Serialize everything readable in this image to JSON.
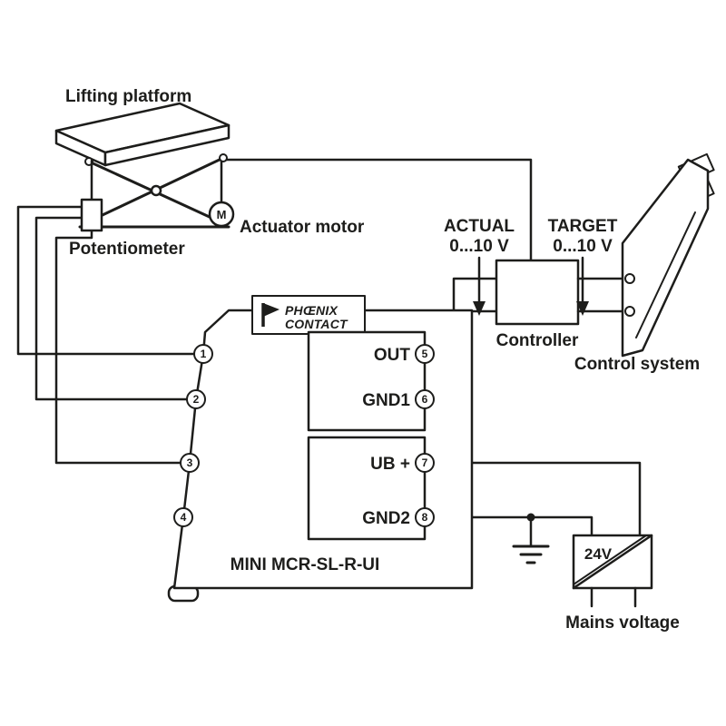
{
  "labels": {
    "lifting_platform": "Lifting platform",
    "potentiometer": "Potentiometer",
    "actuator_motor": "Actuator motor",
    "motor_letter": "M",
    "actual": {
      "line1": "ACTUAL",
      "line2": "0...10 V"
    },
    "target": {
      "line1": "TARGET",
      "line2": "0...10 V"
    },
    "controller": "Controller",
    "control_system": "Control system",
    "module_name": "MINI MCR-SL-R-UI",
    "psu_voltage": "24V",
    "mains_voltage": "Mains voltage"
  },
  "logo": {
    "line1": "PHŒNIX",
    "line2": "CONTACT",
    "mark_icon": "phoenix-p-pennant"
  },
  "terminals": {
    "inputs": [
      "1",
      "2",
      "3",
      "4"
    ],
    "outputs": [
      {
        "num": "5",
        "label": "OUT"
      },
      {
        "num": "6",
        "label": "GND1"
      },
      {
        "num": "7",
        "label": "UB +"
      },
      {
        "num": "8",
        "label": "GND2"
      }
    ]
  },
  "colors": {
    "line": "#1d1d1b",
    "background": "#ffffff"
  }
}
